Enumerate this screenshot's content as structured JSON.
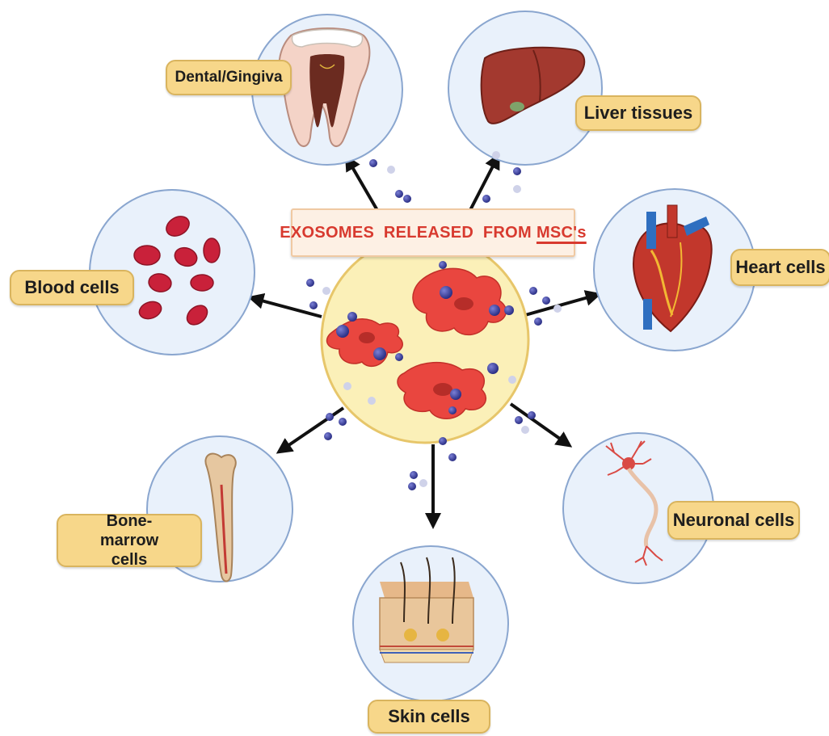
{
  "center": {
    "title_prefix": "EXOSOMES  RELEASED  FROM",
    "title_highlight": "MSC's"
  },
  "targets": [
    {
      "id": "dental",
      "label": "Dental/Gingiva",
      "icon": "tooth-icon"
    },
    {
      "id": "liver",
      "label": "Liver tissues",
      "icon": "liver-icon"
    },
    {
      "id": "heart",
      "label": "Heart cells",
      "icon": "heart-icon"
    },
    {
      "id": "neuronal",
      "label": "Neuronal cells",
      "icon": "neuron-icon"
    },
    {
      "id": "skin",
      "label": "Skin cells",
      "icon": "skin-icon"
    },
    {
      "id": "bone",
      "label": "Bone-marrow cells",
      "icon": "bone-icon"
    },
    {
      "id": "blood",
      "label": "Blood cells",
      "icon": "red-blood-cell-icon"
    }
  ],
  "colors": {
    "circle_fill": "#e9f1fb",
    "circle_stroke": "#8aa6cf",
    "center_fill": "#fbf0b8",
    "center_stroke": "#e7c66a",
    "cell": "#e9463f",
    "exosome": "#3b3f9a",
    "label_fill": "#f7d78a",
    "title_text": "#d83a2f"
  }
}
